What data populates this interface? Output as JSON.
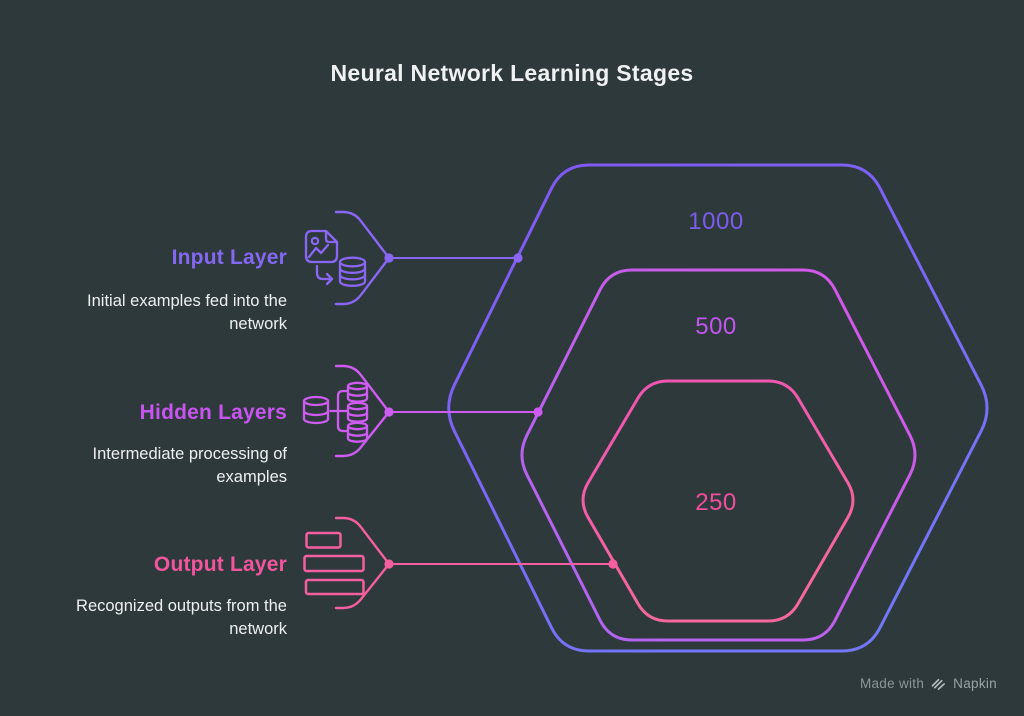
{
  "title": "Neural Network Learning Stages",
  "stages": [
    {
      "label": "Input Layer",
      "description": "Initial examples fed into the network",
      "value": "1000",
      "label_color": "#8467f2",
      "value_color": "#7c5ced",
      "connector_color": "#8a66f5",
      "hex_gradient": [
        "#8156f2",
        "#7377f7"
      ],
      "icon": "image-to-database-icon"
    },
    {
      "label": "Hidden Layers",
      "description": "Intermediate processing of examples",
      "value": "500",
      "label_color": "#c854f0",
      "value_color": "#c355ef",
      "connector_color": "#cf5cf0",
      "hex_gradient": [
        "#d857e6",
        "#ab66f2"
      ],
      "icon": "database-branches-icon"
    },
    {
      "label": "Output Layer",
      "description": "Recognized outputs from the network",
      "value": "250",
      "label_color": "#f2559e",
      "value_color": "#ef4f9d",
      "connector_color": "#f45fa0",
      "hex_gradient": [
        "#ee54b2",
        "#f4689c"
      ],
      "icon": "output-list-icon"
    }
  ],
  "footer": {
    "made_with": "Made with",
    "brand": "Napkin"
  },
  "colors": {
    "background": "#2e393c",
    "title": "#eff1f2",
    "description": "#edf0f0",
    "footer_text": "#8d979a",
    "footer_brand": "#9aa4a7",
    "footer_logo": "#b7c0c3"
  }
}
